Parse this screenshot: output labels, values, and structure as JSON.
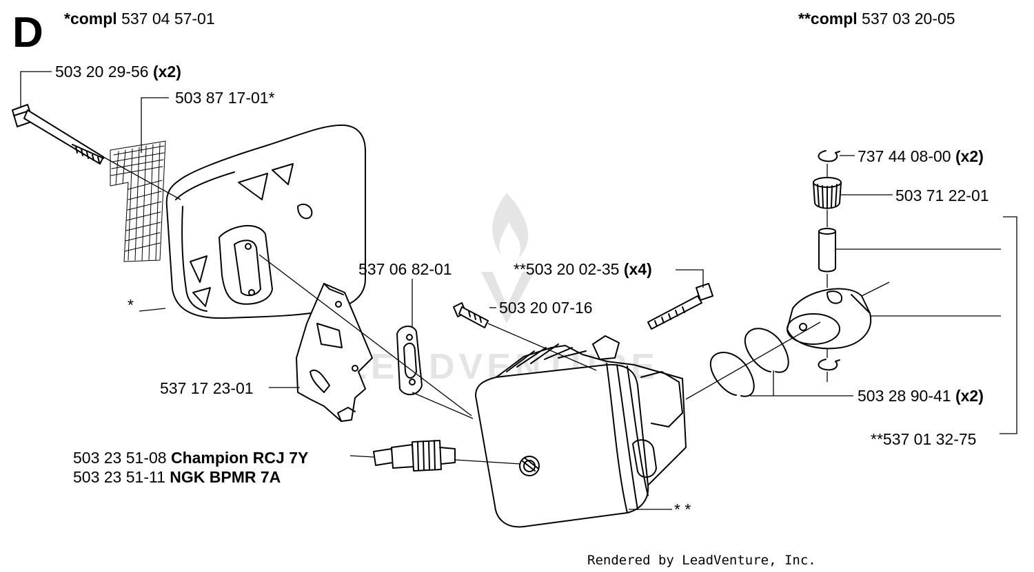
{
  "section_letter": "D",
  "header": {
    "left_prefix": "*compl",
    "left_number": "537 04 57-01",
    "right_prefix": "**compl",
    "right_number": "537 03 20-05"
  },
  "callouts": {
    "bolt_long": {
      "number": "503 20 29-56",
      "qty": "(x2)"
    },
    "screen": {
      "number": "503 87 17-01*"
    },
    "muffler": {
      "number": "*"
    },
    "gasket_plate": {
      "number": "537 06 82-01"
    },
    "cyl_bolt": {
      "number": "**503 20 02-35",
      "qty": "(x4)"
    },
    "short_bolt": {
      "number": "503 20 07-16"
    },
    "heat_shield": {
      "number": "537 17 23-01"
    },
    "spark_plug_1": {
      "number": "503 23 51-08",
      "brand": "Champion RCJ 7Y"
    },
    "spark_plug_2": {
      "number": "503 23 51-11",
      "brand": "NGK BPMR 7A"
    },
    "cylinder": {
      "number": "* *"
    },
    "circlip": {
      "number": "737 44 08-00",
      "qty": "(x2)"
    },
    "bearing": {
      "number": "503 71 22-01"
    },
    "rings": {
      "number": "503 28 90-41",
      "qty": "(x2)"
    },
    "piston_kit": {
      "number": "**537 01 32-75"
    }
  },
  "watermark": "LEADVENTURE",
  "credit": "Rendered by LeadVenture, Inc."
}
